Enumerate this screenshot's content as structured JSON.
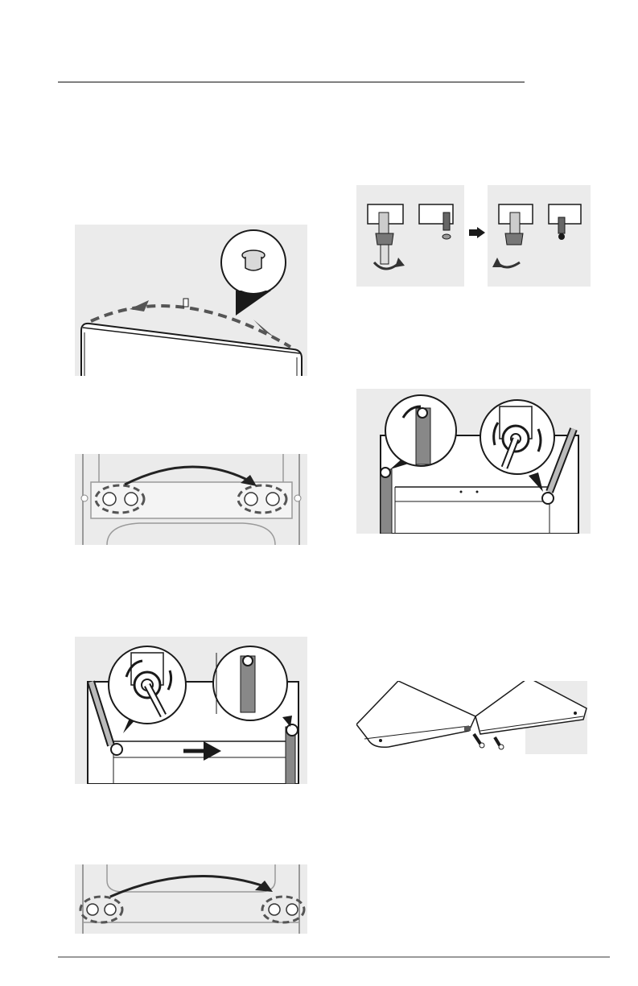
{
  "page": {
    "header_rule_color": "#7f7f7f",
    "panel_bg": "#ebebeb",
    "line_color": "#1a1a1a",
    "accent_dark": "#555555"
  },
  "figures": [
    {
      "id": "remove-plug-cap",
      "icon": "plug-cap-icon"
    },
    {
      "id": "move-door-stops-top",
      "icon": "curved-arrow-icon"
    },
    {
      "id": "remove-hinge-screws",
      "icon": "screwdriver-icon"
    },
    {
      "id": "move-door-stops-bottom",
      "icon": "curved-arrow-icon"
    },
    {
      "id": "swap-hinge-pins",
      "icon": "hinge-bracket-icon"
    },
    {
      "id": "reinstall-hinges",
      "icon": "screwdriver-icon"
    },
    {
      "id": "attach-cover-screws",
      "icon": "screw-icon"
    }
  ]
}
